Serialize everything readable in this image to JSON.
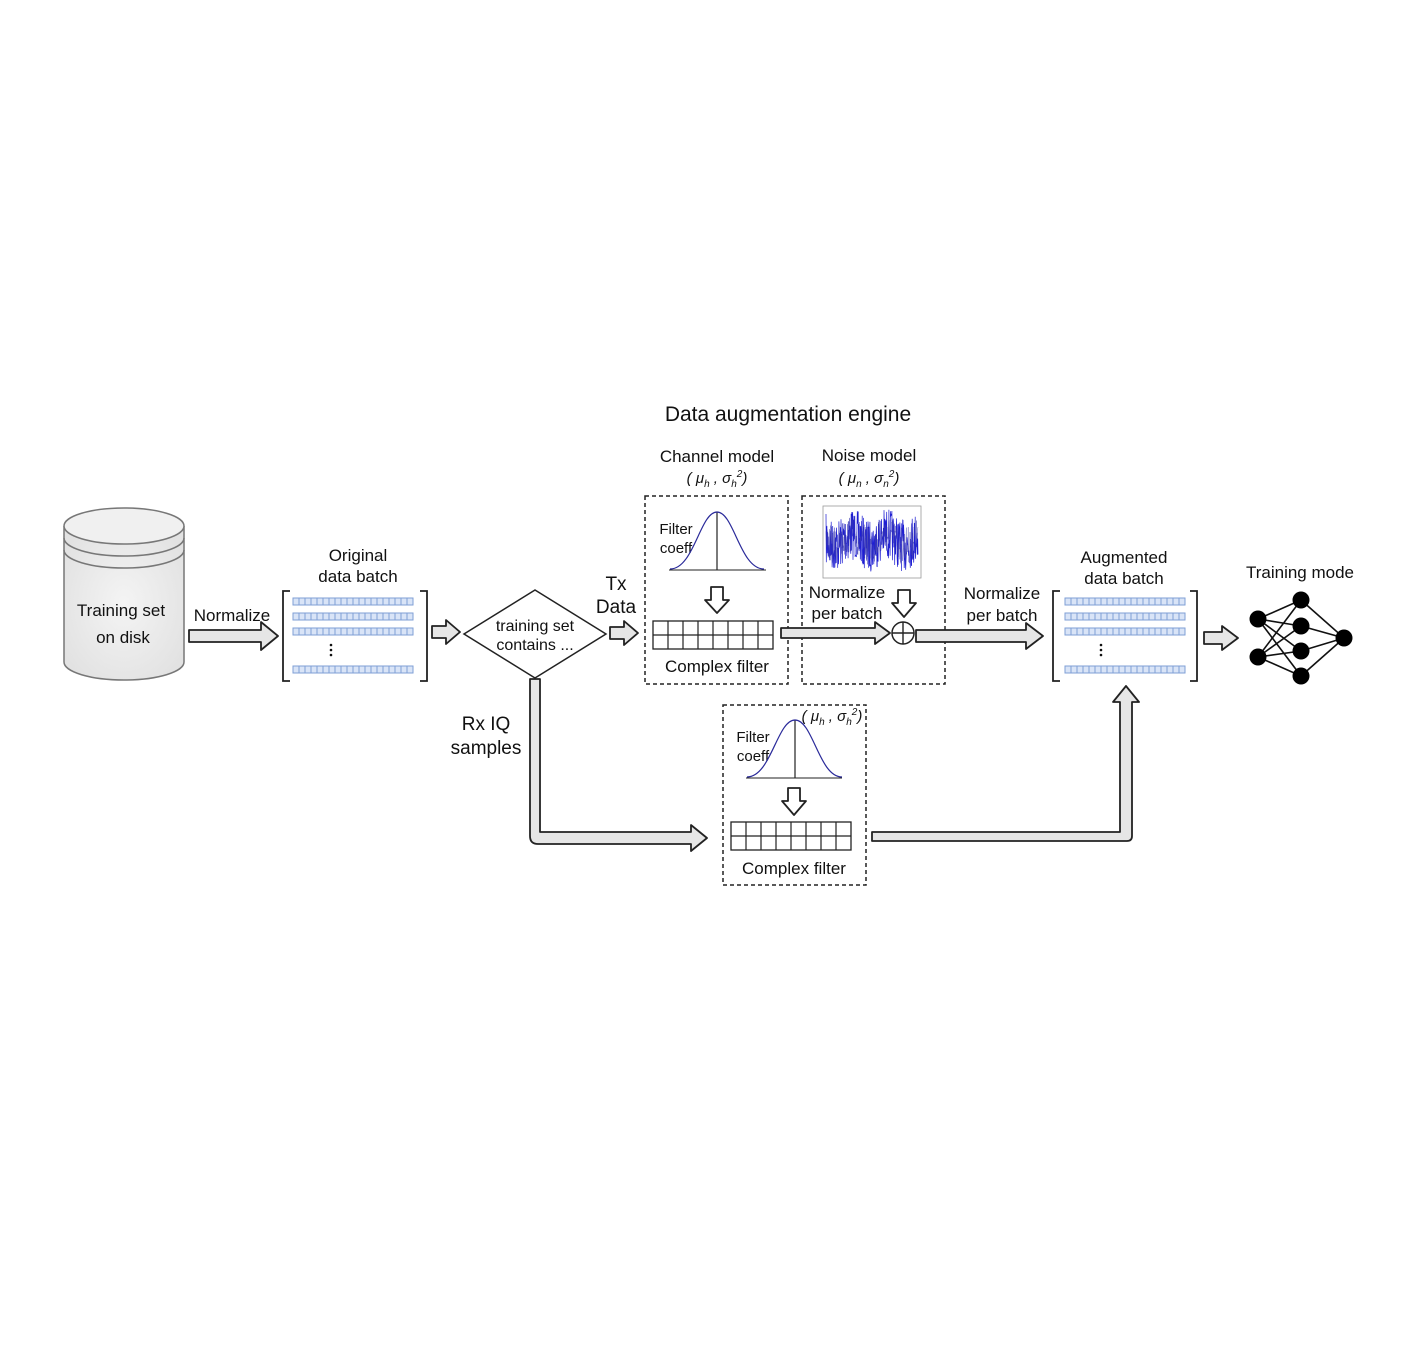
{
  "title": "Data augmentation engine",
  "training_set": {
    "line1": "Training set",
    "line2": "on disk"
  },
  "normalize_1": "Normalize",
  "original_batch": {
    "line1": "Original",
    "line2": "data batch"
  },
  "decision": {
    "line1": "training set",
    "line2": "contains ..."
  },
  "tx_data": {
    "line1": "Tx",
    "line2": "Data"
  },
  "rx_iq": {
    "line1": "Rx IQ",
    "line2": "samples"
  },
  "channel_model": {
    "title": "Channel model",
    "params": "( μ_h , σ_h^2)",
    "filter_label": {
      "line1": "Filter",
      "line2": "coeff"
    },
    "complex_filter": "Complex filter"
  },
  "noise_model": {
    "title": "Noise model",
    "params": "( μ_n , σ_n^2)",
    "normalize_label": {
      "line1": "Normalize",
      "line2": "per batch"
    }
  },
  "normalize_2": {
    "line1": "Normalize",
    "line2": "per batch"
  },
  "augmented_batch": {
    "line1": "Augmented",
    "line2": "data batch"
  },
  "training_mode": "Training mode",
  "lower_channel": {
    "params": "( μ_h , σ_h^2)",
    "filter_label": {
      "line1": "Filter",
      "line2": "coeff"
    },
    "complex_filter": "Complex filter"
  },
  "colors": {
    "accent_text": "#3a3ad8",
    "cell_fill": "#d9e4f7",
    "noise_signal": "#1e1ed2"
  }
}
